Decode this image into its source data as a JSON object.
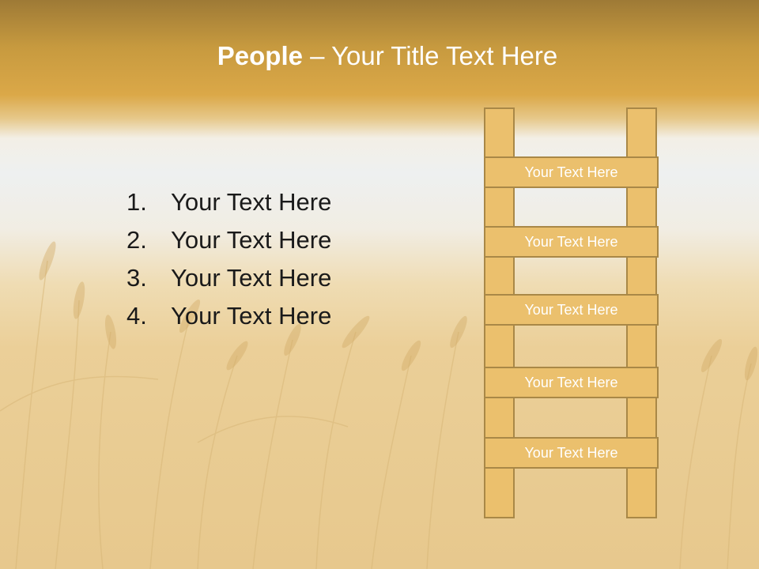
{
  "slide": {
    "title_bold": "People",
    "title_rest": " – Your Title Text Here"
  },
  "list": {
    "items": [
      {
        "number": "1.",
        "text": "Your Text Here"
      },
      {
        "number": "2.",
        "text": "Your Text Here"
      },
      {
        "number": "3.",
        "text": "Your Text Here"
      },
      {
        "number": "4.",
        "text": "Your Text Here"
      }
    ]
  },
  "ladder": {
    "rungs": [
      "Your Text Here",
      "Your Text Here",
      "Your Text Here",
      "Your Text Here",
      "Your Text Here"
    ]
  },
  "colors": {
    "header_gold": "#dba848",
    "ladder_fill": "#ebc06d",
    "ladder_border": "#a98847"
  }
}
